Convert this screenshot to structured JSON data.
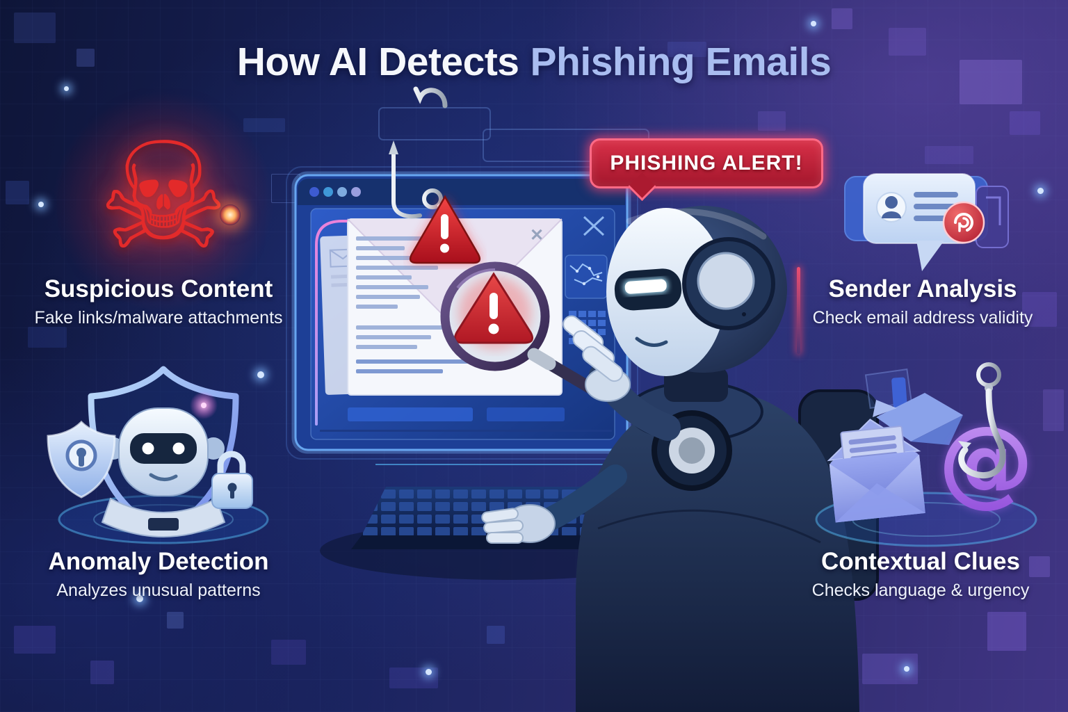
{
  "title": {
    "prefix": "How AI Detects",
    "highlight": "Phishing Emails"
  },
  "alert": {
    "label": "PHISHING ALERT!"
  },
  "features": {
    "suspicious_content": {
      "title": "Suspicious Content",
      "subtitle": "Fake links/malware attachments",
      "icon": "skull-crossbones-icon"
    },
    "anomaly_detection": {
      "title": "Anomaly Detection",
      "subtitle": "Analyzes unusual patterns",
      "icon": "shield-robot-lock-icon"
    },
    "sender_analysis": {
      "title": "Sender Analysis",
      "subtitle": "Check email address validity",
      "icon": "chat-sender-badge-icon"
    },
    "contextual_clues": {
      "title": "Contextual Clues",
      "subtitle": "Checks language & urgency",
      "icon": "envelope-at-hook-icon"
    }
  },
  "icons": {
    "skull_glyph": "☠",
    "at_glyph": "@",
    "close_glyph": "✕"
  },
  "colors": {
    "alert_red": "#c2243a",
    "warning_red": "#d42a2a",
    "title_highlight": "#a9bdf0",
    "accent_blue": "#5f9fe8",
    "accent_purple": "#a863e0",
    "background_navy": "#1b2460"
  }
}
